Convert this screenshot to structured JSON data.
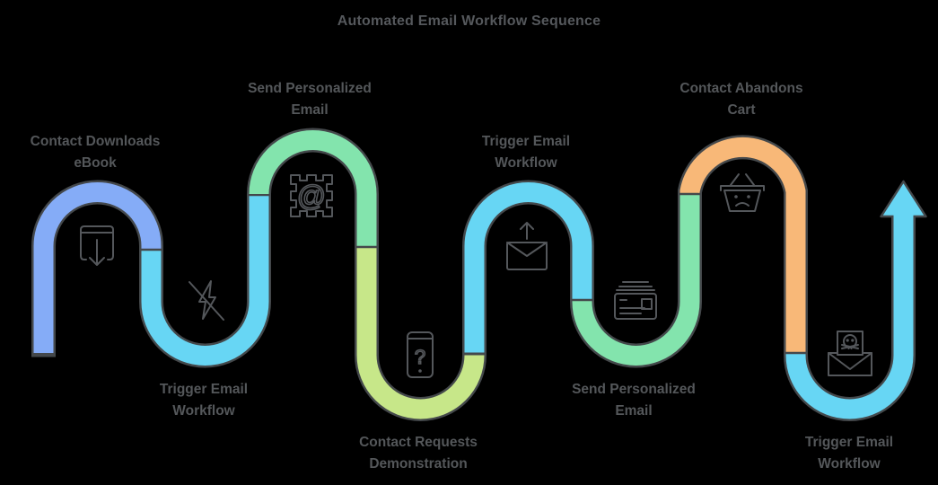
{
  "title": "Automated Email Workflow Sequence",
  "background_color": "#000000",
  "outline_color": "#44484B",
  "text_color": "#54575A",
  "icon_color": "#54575B",
  "palette": {
    "blue": "#85ACF7",
    "cyan": "#67D6F4",
    "green": "#83E4AD",
    "lime": "#C7E789",
    "orange": "#F8B878"
  },
  "arrow_color": "#67D6F4",
  "steps": [
    {
      "index": 1,
      "label": "Contact Downloads\neBook",
      "icon": "ebook-download-icon",
      "color": "#85ACF7",
      "shape": "arch"
    },
    {
      "index": 2,
      "label": "Trigger Email\nWorkflow",
      "icon": "flash-off-icon",
      "color": "#67D6F4",
      "shape": "dip"
    },
    {
      "index": 3,
      "label": "Send Personalized\nEmail",
      "icon": "stamp-at-icon",
      "glyph": "@",
      "color": "#83E4AD",
      "shape": "arch"
    },
    {
      "index": 4,
      "label": "Contact Requests\nDemonstration",
      "icon": "phone-question-icon",
      "glyph": "?",
      "color": "#C7E789",
      "shape": "dip"
    },
    {
      "index": 5,
      "label": "Trigger Email\nWorkflow",
      "icon": "send-email-icon",
      "color": "#67D6F4",
      "shape": "arch"
    },
    {
      "index": 6,
      "label": "Send Personalized\nEmail",
      "icon": "mail-stack-icon",
      "color": "#83E4AD",
      "shape": "dip"
    },
    {
      "index": 7,
      "label": "Contact Abandons\nCart",
      "icon": "abandoned-cart-icon",
      "color": "#F8B878",
      "shape": "arch"
    },
    {
      "index": 8,
      "label": "Trigger Email\nWorkflow",
      "icon": "mail-virus-icon",
      "color": "#67D6F4",
      "shape": "dip"
    }
  ]
}
